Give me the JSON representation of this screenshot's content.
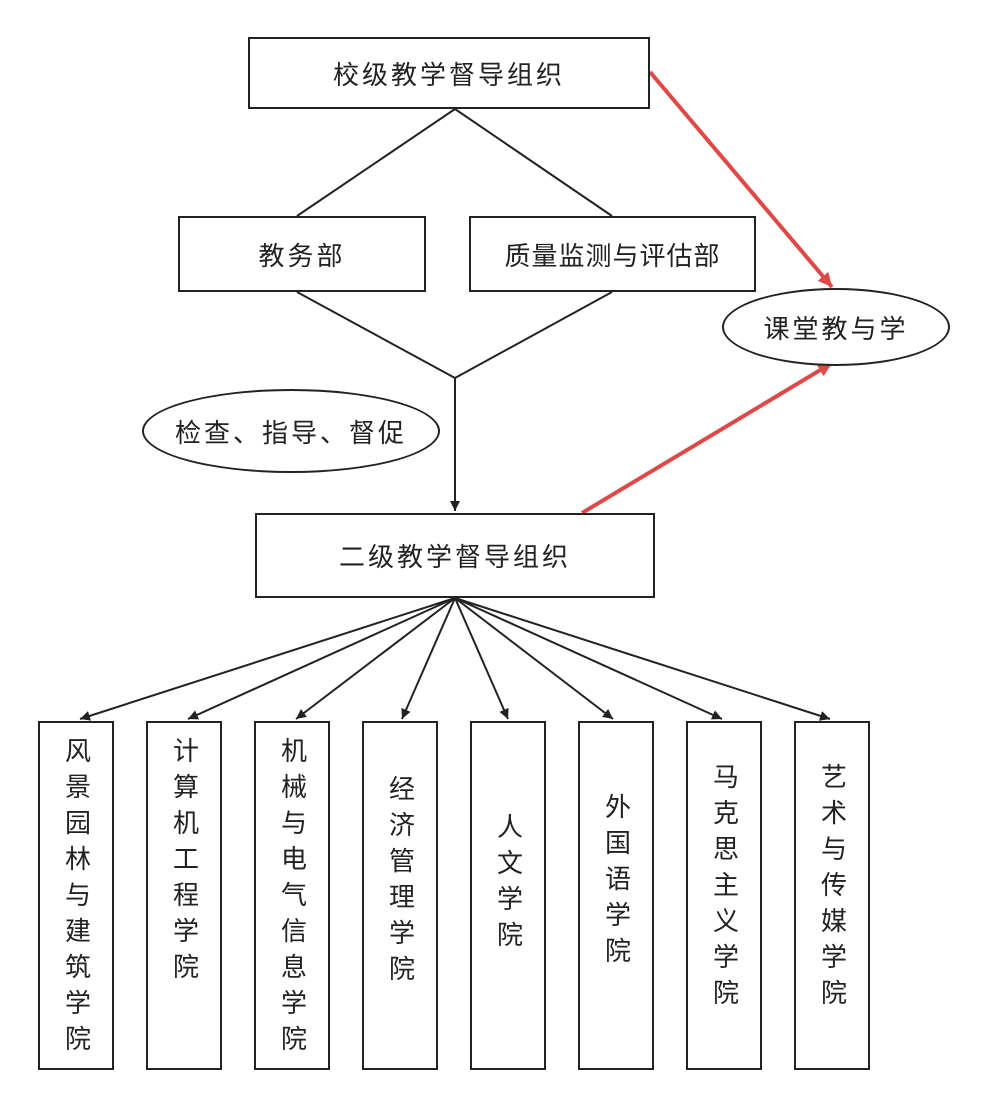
{
  "top_org": "校级教学督导组织",
  "departments": [
    "教务部",
    "质量监测与评估部"
  ],
  "classroom": "课堂教与学",
  "actions": "检查、指导、督促",
  "second_org": "二级教学督导组织",
  "colleges": [
    "风景园林与建筑学院",
    "计算机工程学院",
    "机械与电气信息学院",
    "经济管理学院",
    "人文学院",
    "外国语学院",
    "马克思主义学院",
    "艺术与传媒学院"
  ],
  "colors": {
    "line": "#222222",
    "accent": "#e04848"
  }
}
